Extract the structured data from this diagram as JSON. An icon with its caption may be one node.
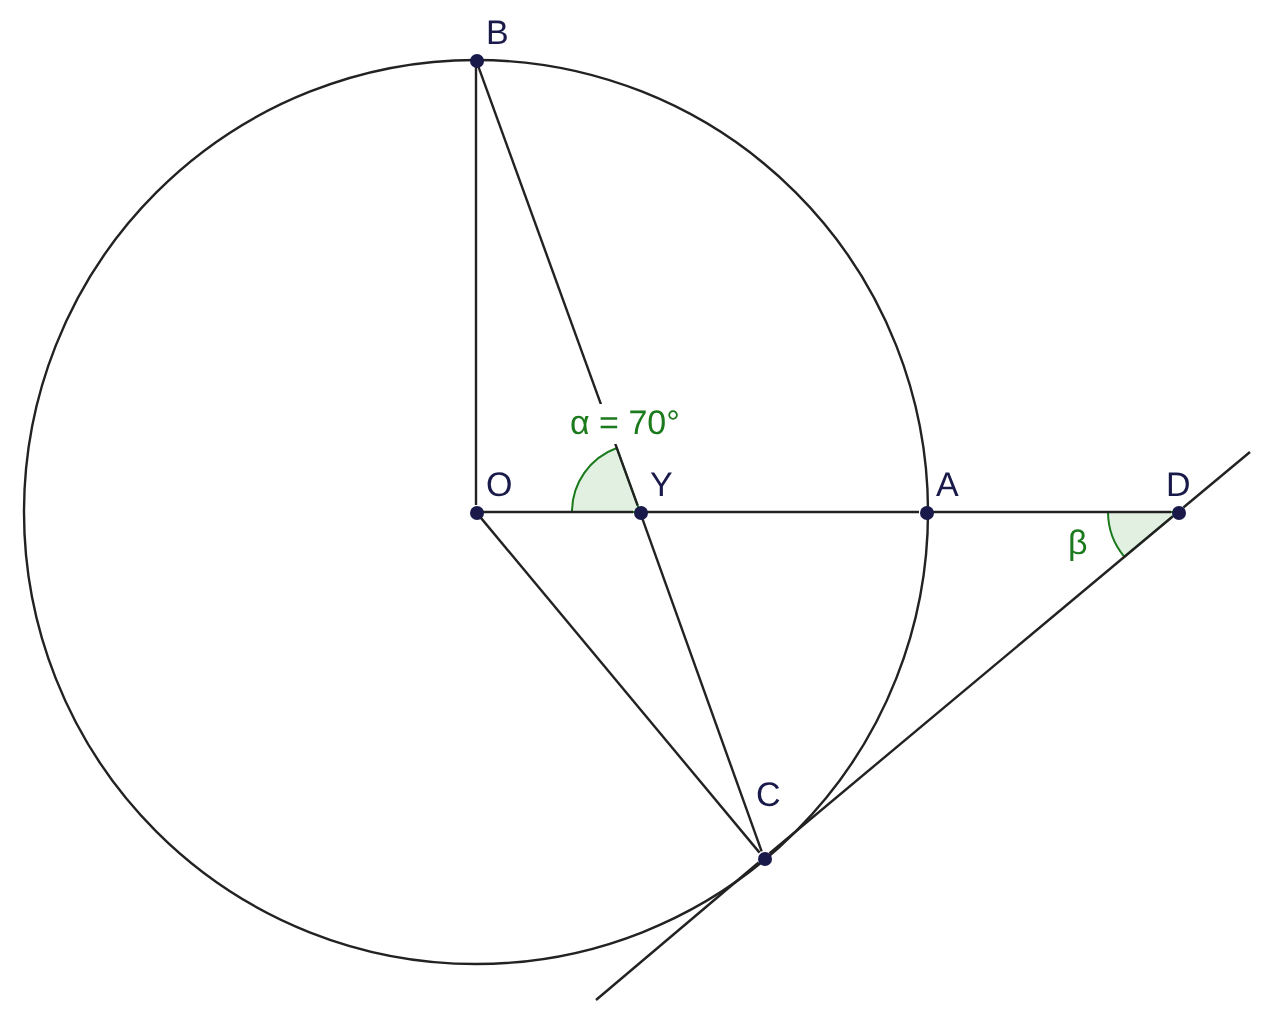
{
  "diagram": {
    "nodes": [
      {
        "text": [
          "B"
        ]
      },
      {
        "text": [
          "O"
        ]
      },
      {
        "text": [
          "Y"
        ]
      },
      {
        "text": [
          "A"
        ]
      },
      {
        "text": [
          "D"
        ]
      },
      {
        "text": [
          "C"
        ]
      }
    ],
    "edges": [
      {
        "from": 0,
        "to": 1,
        "arrow": "none"
      },
      {
        "from": 0,
        "to": 2,
        "arrow": "none"
      },
      {
        "from": 2,
        "to": 5,
        "arrow": "none"
      },
      {
        "from": 1,
        "to": 2,
        "arrow": "none"
      },
      {
        "from": 2,
        "to": 3,
        "arrow": "none"
      },
      {
        "from": 3,
        "to": 4,
        "arrow": "none"
      },
      {
        "from": 1,
        "to": 5,
        "arrow": "none"
      },
      {
        "from": 5,
        "to": 4,
        "arrow": "none"
      },
      {
        "from": null,
        "to": 5,
        "arrow": "none"
      },
      {
        "from": 4,
        "to": null,
        "arrow": "none"
      }
    ],
    "labels": [
      "α = 70°",
      "β"
    ]
  }
}
